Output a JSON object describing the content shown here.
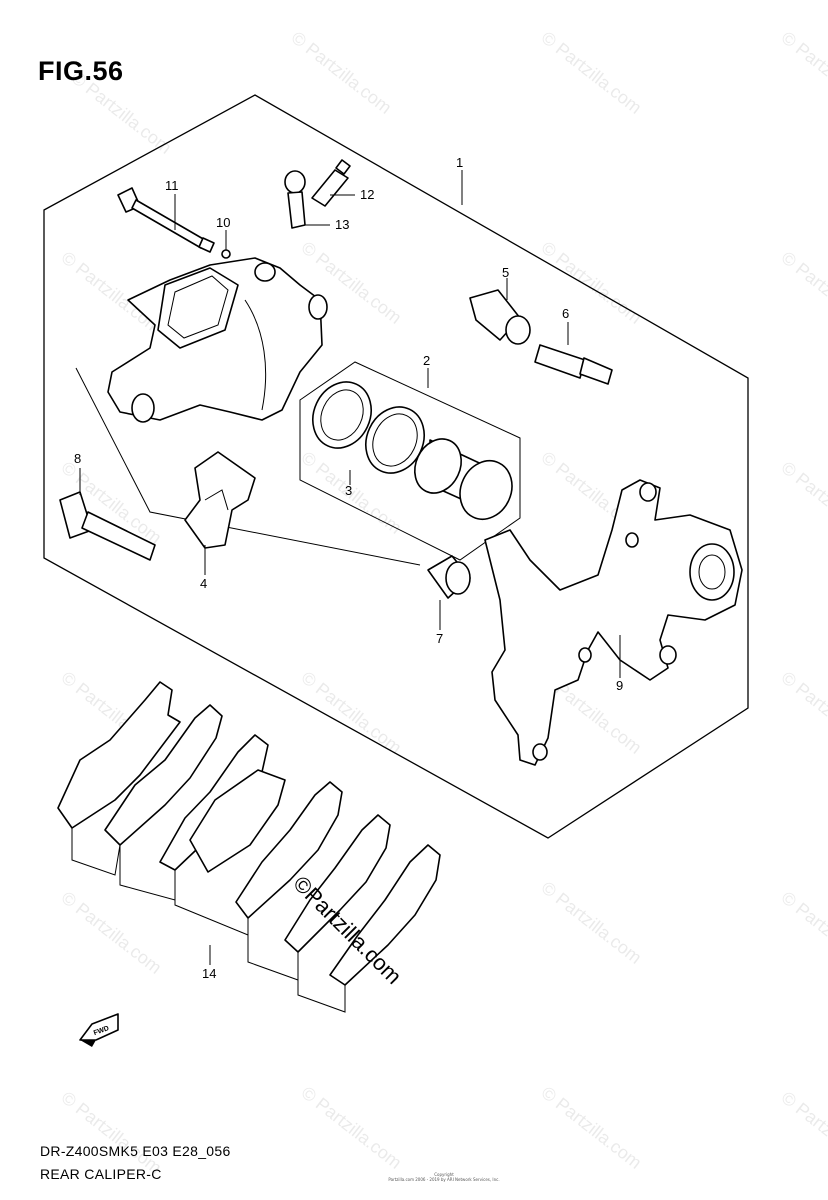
{
  "figure": {
    "title": "FIG.56",
    "caption_code": "DR-Z400SMK5 E03 E28_056",
    "caption_name": "REAR CALIPER-C",
    "copyright_line1": "Copyright",
    "copyright_line2": "Partzilla.com 2006 - 2019 by ARI Network Services, Inc."
  },
  "callouts": [
    "1",
    "2",
    "3",
    "4",
    "5",
    "6",
    "7",
    "8",
    "9",
    "10",
    "11",
    "12",
    "13",
    "14"
  ],
  "watermark": {
    "text": "© Partzilla.com",
    "center_text": "©Partzilla.com"
  },
  "direction_label": "FWD"
}
